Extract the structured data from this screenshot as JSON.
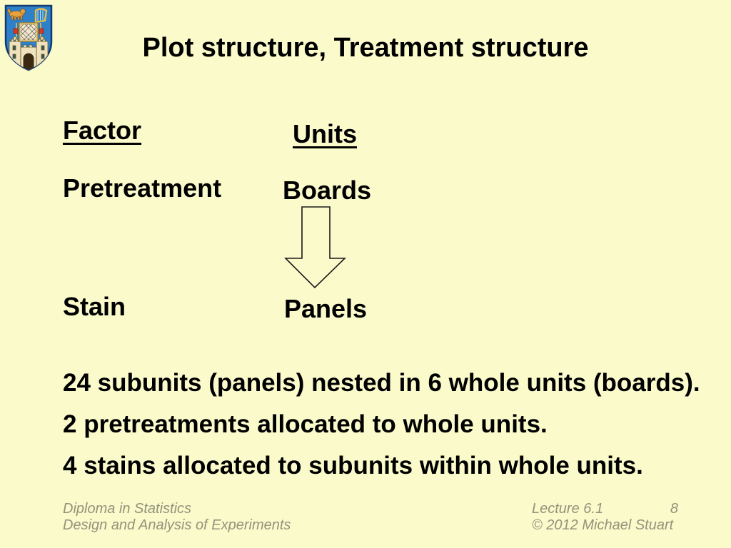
{
  "slide": {
    "title": "Plot structure, Treatment structure",
    "logo": {
      "icon": "trinity-college-crest-icon"
    },
    "table": {
      "headers": {
        "factor": "Factor",
        "units": "Units"
      },
      "row1": {
        "factor": "Pretreatment",
        "units": "Boards"
      },
      "row2": {
        "factor": "Stain",
        "units": "Panels"
      }
    },
    "arrow": {
      "icon": "down-arrow-icon",
      "direction": "down",
      "from": "Boards",
      "to": "Panels"
    },
    "body": {
      "line1": "24 subunits (panels) nested in 6 whole units (boards).",
      "line2": "2 pretreatments allocated to whole units.",
      "line3": "4 stains allocated to subunits within whole units."
    },
    "footer": {
      "left_line1": "Diploma in Statistics",
      "left_line2": "Design and Analysis of Experiments",
      "lecture": "Lecture 6.1",
      "page_number": "8",
      "copyright": "© 2012 Michael Stuart"
    },
    "colors": {
      "background": "#FAFACB",
      "text": "#000000",
      "footer_text": "#93937C",
      "shield_blue": "#2E80C8",
      "shield_outline": "#123A6E",
      "crest_gold": "#E6C04A",
      "crest_red": "#D8391E"
    }
  }
}
